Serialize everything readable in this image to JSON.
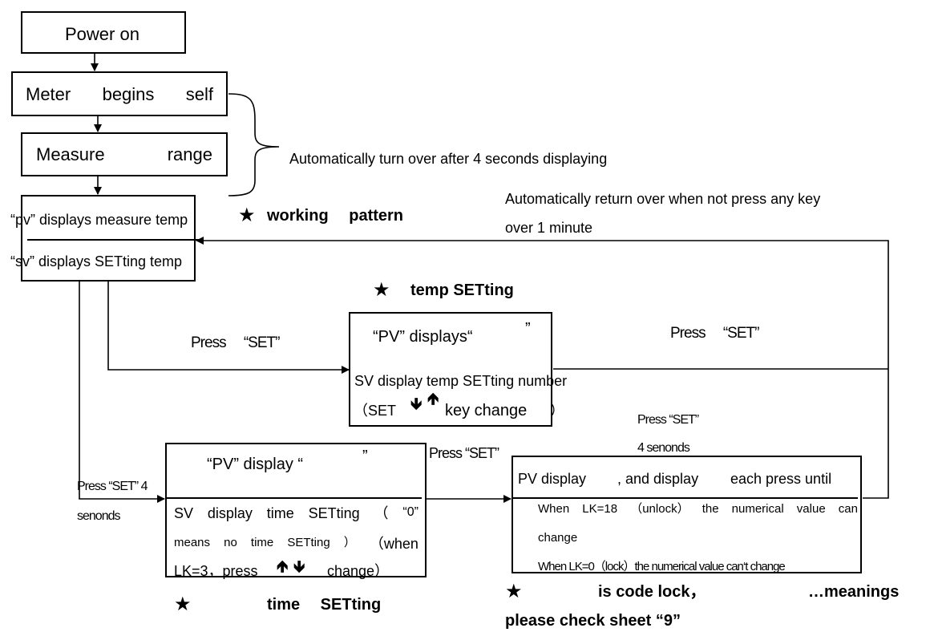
{
  "boxes": {
    "power_on": "Power on",
    "self_check": [
      "Meter",
      "begins",
      "self"
    ],
    "measure_range": [
      "Measure",
      "range"
    ],
    "working": {
      "pv_line": "“pv” displays measure temp",
      "sv_line": "“sv” displays SETting temp"
    },
    "temp_setting": {
      "pv_line": "“PV” displays“",
      "pv_close": "”",
      "sv_line": "SV display temp SETting number",
      "key_open": "（SET",
      "key_label": "key change",
      "key_close": "）"
    },
    "time_setting": {
      "pv_line": "“PV” display “",
      "pv_close": "”",
      "sv_line": [
        "SV",
        "display",
        "time",
        "SETting",
        "（",
        "“0”"
      ],
      "means_line": [
        "means",
        "no",
        "time",
        "SETting",
        "）",
        "（when"
      ],
      "lk_line": "LK=3，press",
      "change_label": "change）"
    },
    "code_lock": {
      "pv_line": "PV display",
      "display_part": ", and display",
      "press_part": "each press until",
      "unlock_line": [
        "When",
        "LK=18",
        "（unlock）",
        "the",
        "numerical",
        "value",
        "can"
      ],
      "change_word": "change",
      "lock_line": "When LK=0（lock）the numerical value can‘t change"
    }
  },
  "annotations": {
    "auto_turn": "Automatically turn over after 4 seconds displaying",
    "auto_return_1": "Automatically return over when not press any key",
    "auto_return_2": "over 1 minute",
    "press_set_1": "Press 　“SET”",
    "press_set_2": "Press 　“SET”",
    "press_set_3": "Press “SET”",
    "press_set_4s_a": "Press “SET”",
    "press_set_4s_b": "4 senonds",
    "press_set_left_a": "Press “SET” 4",
    "press_set_left_b": "senonds"
  },
  "headings": {
    "star": "★",
    "working": "working 　pattern",
    "temp": "temp SETting",
    "time": "time 　SETting",
    "code_lock_main": "is code lock，",
    "code_lock_ellipsis": "…meanings",
    "code_lock_line2": "please check sheet “9”"
  },
  "icons": {
    "down": "🡻",
    "up": "🡹"
  },
  "colors": {
    "ink": "#000000",
    "background": "#ffffff"
  }
}
